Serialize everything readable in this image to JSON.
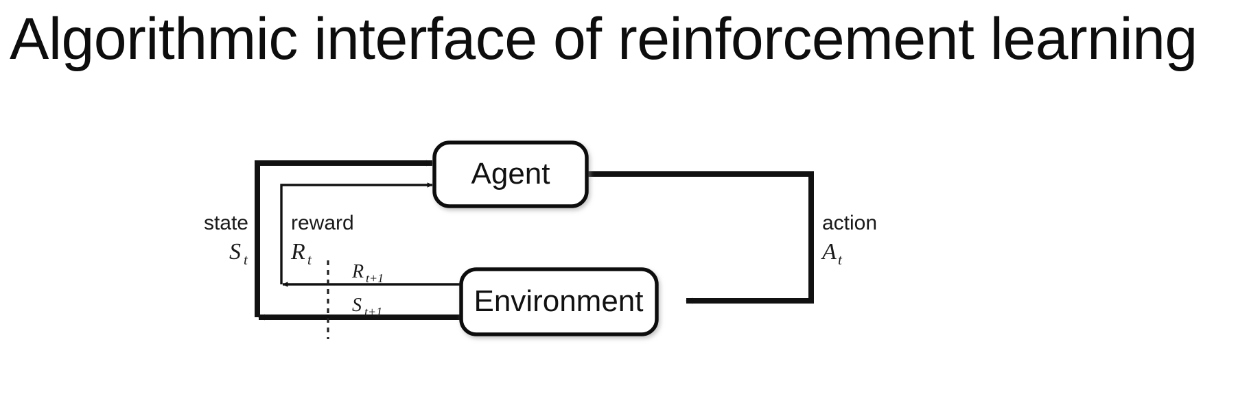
{
  "slide": {
    "title": "Algorithmic interface of reinforcement learning",
    "background_color": "#ffffff",
    "text_color": "#0d0d0d"
  },
  "diagram": {
    "name": "agent-environment-interaction-loop",
    "type": "block-diagram",
    "stroke_color": "#111111",
    "nodes": [
      {
        "id": "agent",
        "label": "Agent",
        "shape": "rounded-rectangle"
      },
      {
        "id": "environment",
        "label": "Environment",
        "shape": "rounded-rectangle"
      }
    ],
    "edges": [
      {
        "id": "state-edge",
        "from": "environment",
        "to": "agent",
        "label": "state",
        "symbol": "S",
        "subscript": "t",
        "weight": "thick"
      },
      {
        "id": "reward-edge",
        "from": "environment",
        "to": "agent",
        "label": "reward",
        "symbol": "R",
        "subscript": "t",
        "weight": "thin"
      },
      {
        "id": "action-edge",
        "from": "agent",
        "to": "environment",
        "label": "action",
        "symbol": "A",
        "subscript": "t",
        "weight": "thick"
      },
      {
        "id": "next-reward-edge",
        "from": "environment",
        "to": "time-boundary",
        "symbol": "R",
        "subscript": "t+1",
        "weight": "thin"
      },
      {
        "id": "next-state-edge",
        "from": "environment",
        "to": "time-boundary",
        "symbol": "S",
        "subscript": "t+1",
        "weight": "thick"
      }
    ],
    "time_boundary": {
      "id": "time-boundary",
      "style": "dashed-vertical-line"
    },
    "labels": {
      "state": "state",
      "reward": "reward",
      "action": "action",
      "state_symbol": "S",
      "state_subscript": "t",
      "reward_symbol": "R",
      "reward_subscript": "t",
      "action_symbol": "A",
      "action_subscript": "t",
      "next_reward_symbol": "R",
      "next_reward_subscript": "t+1",
      "next_state_symbol": "S",
      "next_state_subscript": "t+1",
      "agent": "Agent",
      "environment": "Environment"
    }
  }
}
